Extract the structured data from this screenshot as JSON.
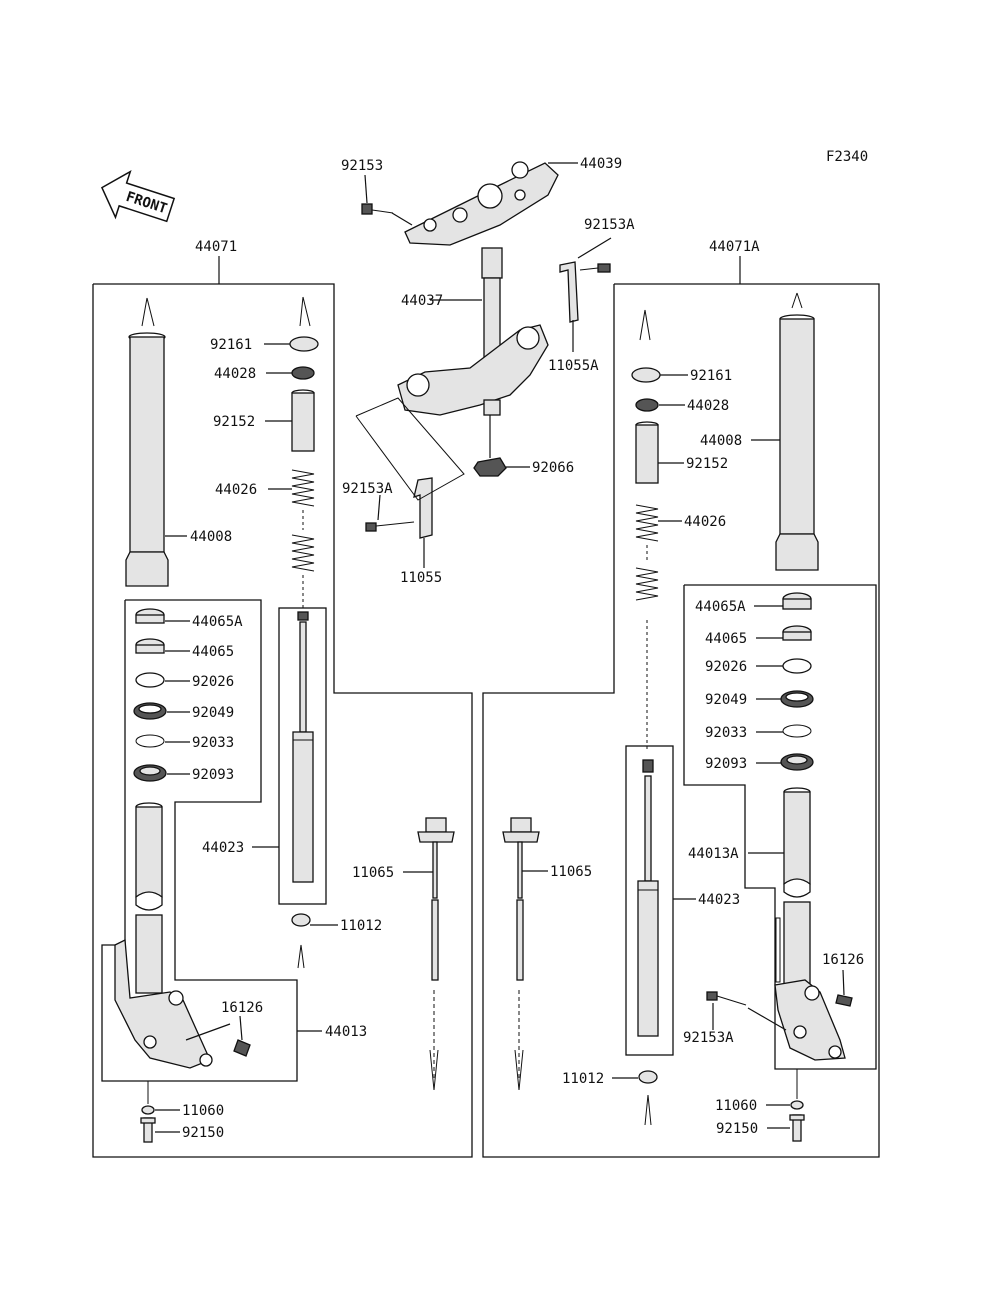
{
  "figure_code": "F2340",
  "front_arrow_text": "FRONT",
  "labels": {
    "p92153_top": "92153",
    "p44039": "44039",
    "p92153A_top": "92153A",
    "p44071": "44071",
    "p44071A": "44071A",
    "p44037": "44037",
    "p11055A": "11055A",
    "p92066": "92066",
    "p92153A_mid": "92153A",
    "p11055": "11055",
    "L_92161": "92161",
    "L_44028": "44028",
    "L_92152": "92152",
    "L_44026": "44026",
    "L_44008": "44008",
    "L_44065A": "44065A",
    "L_44065": "44065",
    "L_92026": "92026",
    "L_92049": "92049",
    "L_92033": "92033",
    "L_92093": "92093",
    "L_44023": "44023",
    "L_11012": "11012",
    "L_16126": "16126",
    "L_44013": "44013",
    "L_11060": "11060",
    "L_92150": "92150",
    "C_11065_left": "11065",
    "C_11065_right": "11065",
    "R_92161": "92161",
    "R_44028": "44028",
    "R_44008": "44008",
    "R_92152": "92152",
    "R_44026": "44026",
    "R_44065A": "44065A",
    "R_44065": "44065",
    "R_92026": "92026",
    "R_92049": "92049",
    "R_92033": "92033",
    "R_92093": "92093",
    "R_44013A": "44013A",
    "R_44023": "44023",
    "R_16126": "16126",
    "R_92153A": "92153A",
    "R_11012": "11012",
    "R_11060": "11060",
    "R_92150": "92150"
  }
}
